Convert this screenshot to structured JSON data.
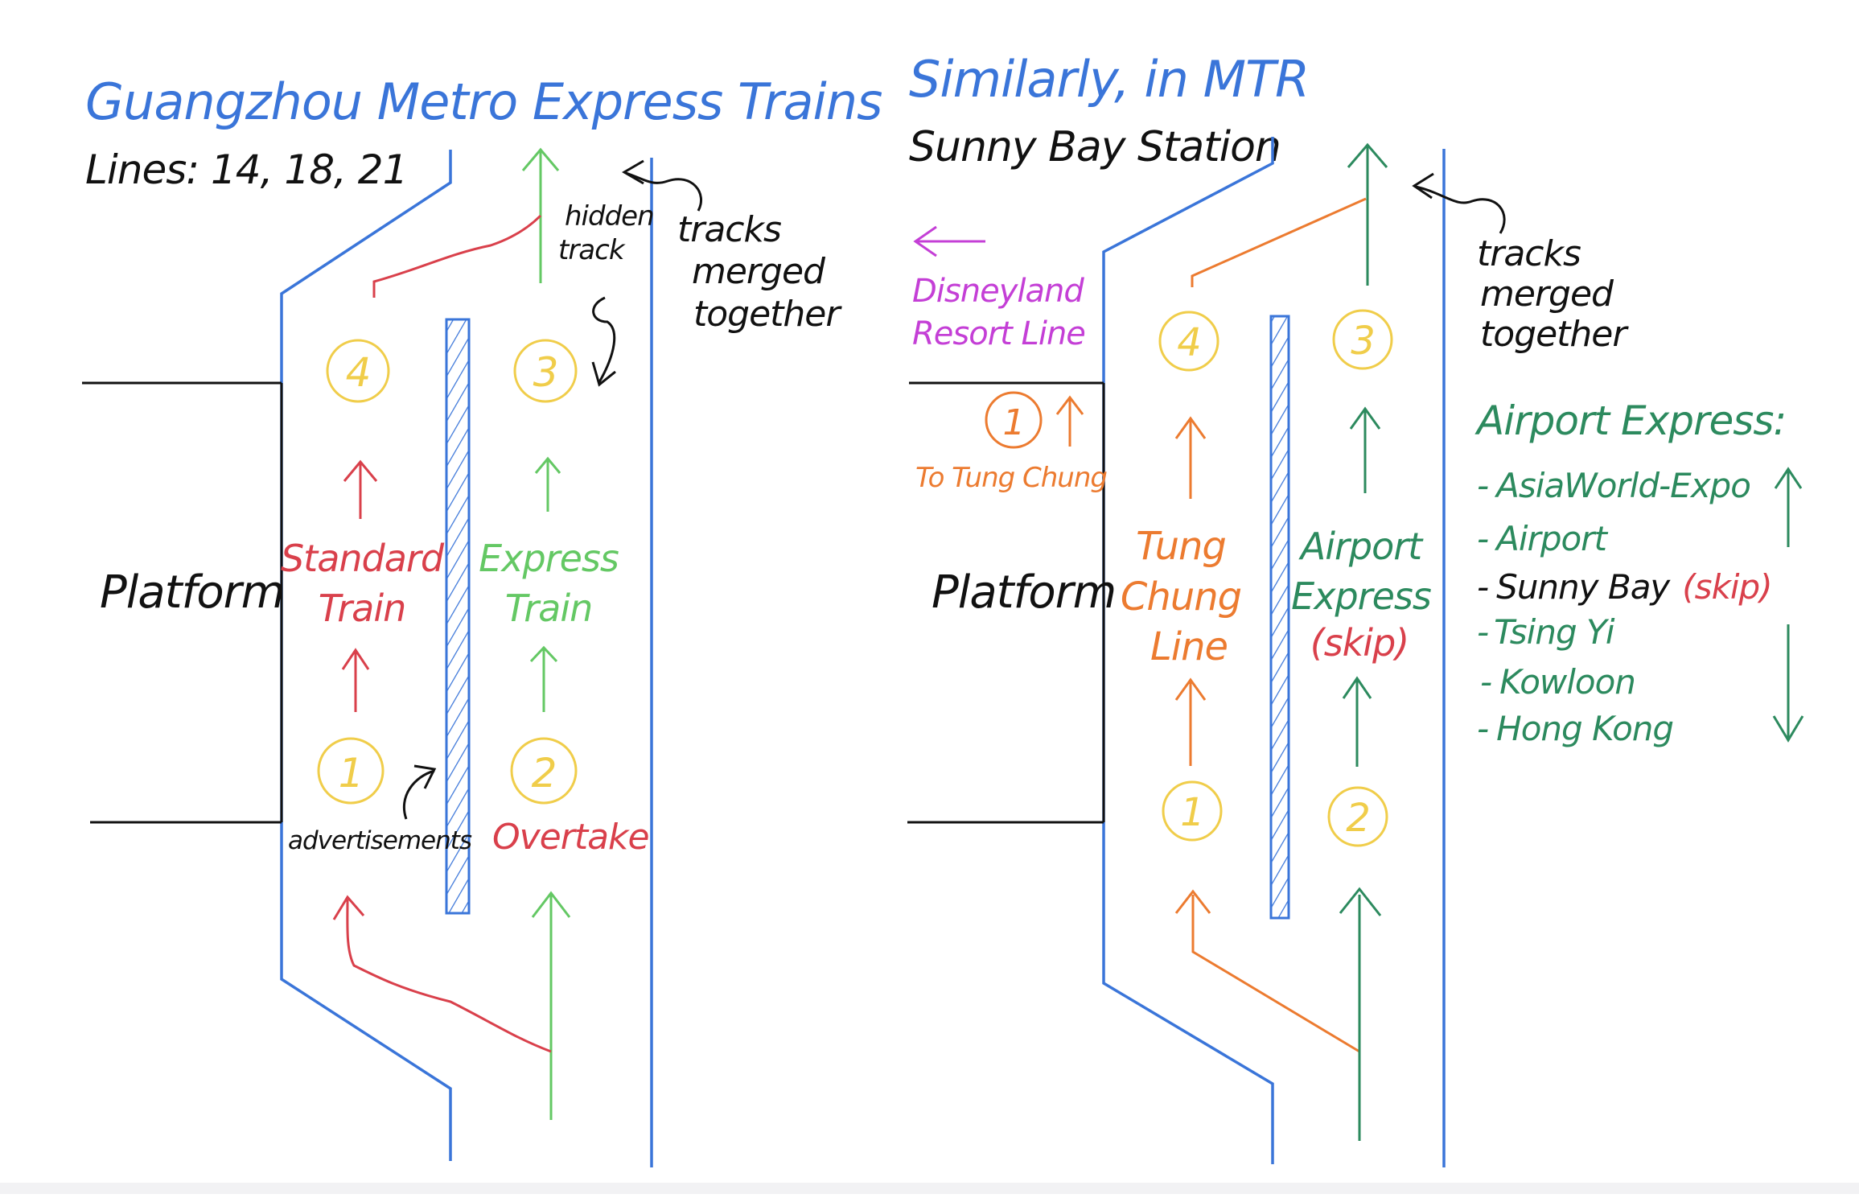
{
  "left": {
    "title": "Guangzhou Metro Express Trains",
    "subtitle": "Lines: 14, 18, 21",
    "platform": "Platform",
    "circle_1": "1",
    "circle_2": "2",
    "circle_3": "3",
    "circle_4": "4",
    "standard_train": [
      "Standard",
      "Train"
    ],
    "express_train": [
      "Express",
      "Train"
    ],
    "hidden_track": [
      "hidden",
      "track"
    ],
    "tracks_merged": [
      "tracks",
      "merged",
      "together"
    ],
    "advertisements": "advertisements",
    "overtake": "Overtake"
  },
  "right": {
    "title": "Similarly, in MTR",
    "subtitle": "Sunny Bay Station",
    "disneyland": [
      "Disneyland",
      "Resort Line"
    ],
    "circle_1": "1",
    "circle_2": "2",
    "circle_3": "3",
    "circle_4": "4",
    "to_tung_chung": "To Tung Chung",
    "platform": "Platform",
    "tung_chung_line": [
      "Tung",
      "Chung",
      "Line"
    ],
    "airport_express": [
      "Airport",
      "Express",
      "(skip)"
    ],
    "tracks_merged": [
      "tracks",
      "merged",
      "together"
    ],
    "legend_title": "Airport Express:",
    "stations": [
      {
        "dash": "-",
        "name": "AsiaWorld-Expo",
        "note": ""
      },
      {
        "dash": "-",
        "name": "Airport",
        "note": ""
      },
      {
        "dash": "-",
        "name": "Sunny Bay",
        "note": "(skip)"
      },
      {
        "dash": "-",
        "name": "Tsing Yi",
        "note": ""
      },
      {
        "dash": "-",
        "name": "Kowloon",
        "note": ""
      },
      {
        "dash": "-",
        "name": "Hong Kong",
        "note": ""
      }
    ]
  },
  "colors": {
    "blue": "#3a75d9",
    "red": "#d9404b",
    "green": "#64c864",
    "yellow": "#f0cd4a",
    "orange": "#ec7b30",
    "teal": "#2c8a5e",
    "magenta": "#c43fd6",
    "black": "#111111"
  }
}
